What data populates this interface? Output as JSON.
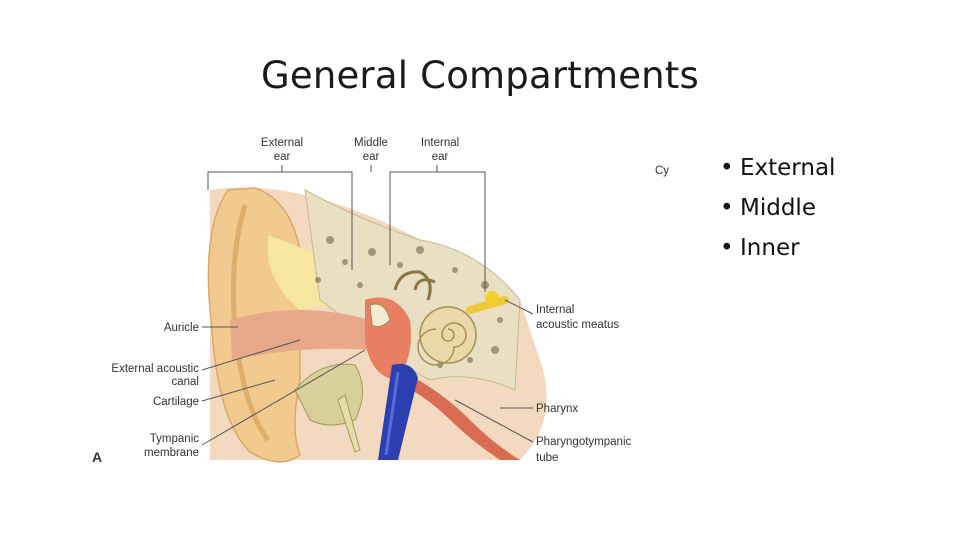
{
  "title": "General Compartments",
  "bullets": [
    "External",
    "Middle",
    "Inner"
  ],
  "figure": {
    "top_labels": {
      "external": [
        "External",
        "ear"
      ],
      "middle": [
        "Middle",
        "ear"
      ],
      "inner": [
        "Internal",
        "ear"
      ]
    },
    "left_labels": {
      "auricle": "Auricle",
      "ext_canal": [
        "External acoustic",
        "canal"
      ],
      "cartilage": "Cartilage",
      "tympanic": [
        "Tympanic",
        "membrane"
      ]
    },
    "right_labels": {
      "internal_meatus": [
        "Internal",
        "acoustic meatus"
      ],
      "pharynx": "Pharynx",
      "pharyngotympanic": [
        "Pharyngotympanic",
        "tube"
      ]
    },
    "corner_label": "Cy",
    "panel_letter": "A"
  }
}
